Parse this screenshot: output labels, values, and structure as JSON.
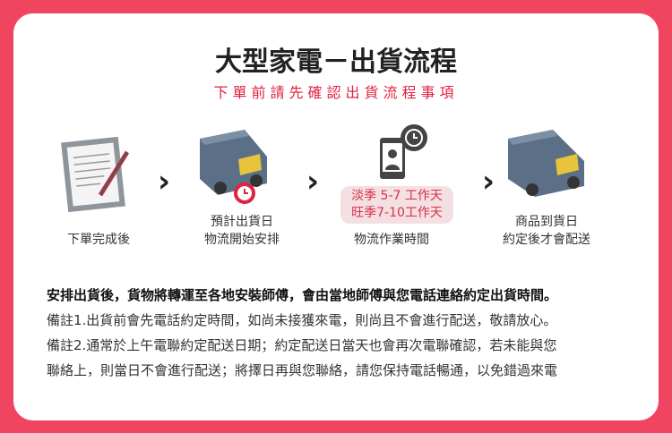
{
  "title": "大型家電－出貨流程",
  "subtitle": "下單前請先確認出貨流程事項",
  "steps": [
    {
      "line1": "下單完成後",
      "icon": "clipboard-icon"
    },
    {
      "line1": "預計出貨日",
      "line2": "物流開始安排",
      "icon": "truck-clock-icon"
    },
    {
      "line1": "物流作業時間",
      "icon": "phone-clock-icon",
      "badge1": "淡季 5-7 工作天",
      "badge2": "旺季7-10工作天"
    },
    {
      "line1": "商品到貨日",
      "line2": "約定後才會配送",
      "icon": "truck-icon"
    }
  ],
  "notes": {
    "headline": "安排出貨後，貨物將轉運至各地安裝師傅，會由當地師傅與您電話連絡約定出貨時間。",
    "line1": "備註1.出貨前會先電話約定時間，如尚未接獲來電，則尚且不會進行配送，敬請放心。",
    "line2": "備註2.通常於上午電聯約定配送日期；約定配送日當天也會再次電聯確認，若未能與您",
    "line3": "聯絡上，則當日不會進行配送；將擇日再與您聯絡，請您保持電話暢通，以免錯過來電"
  },
  "colors": {
    "accent": "#ef4560",
    "badge_text": "#d8304a"
  }
}
